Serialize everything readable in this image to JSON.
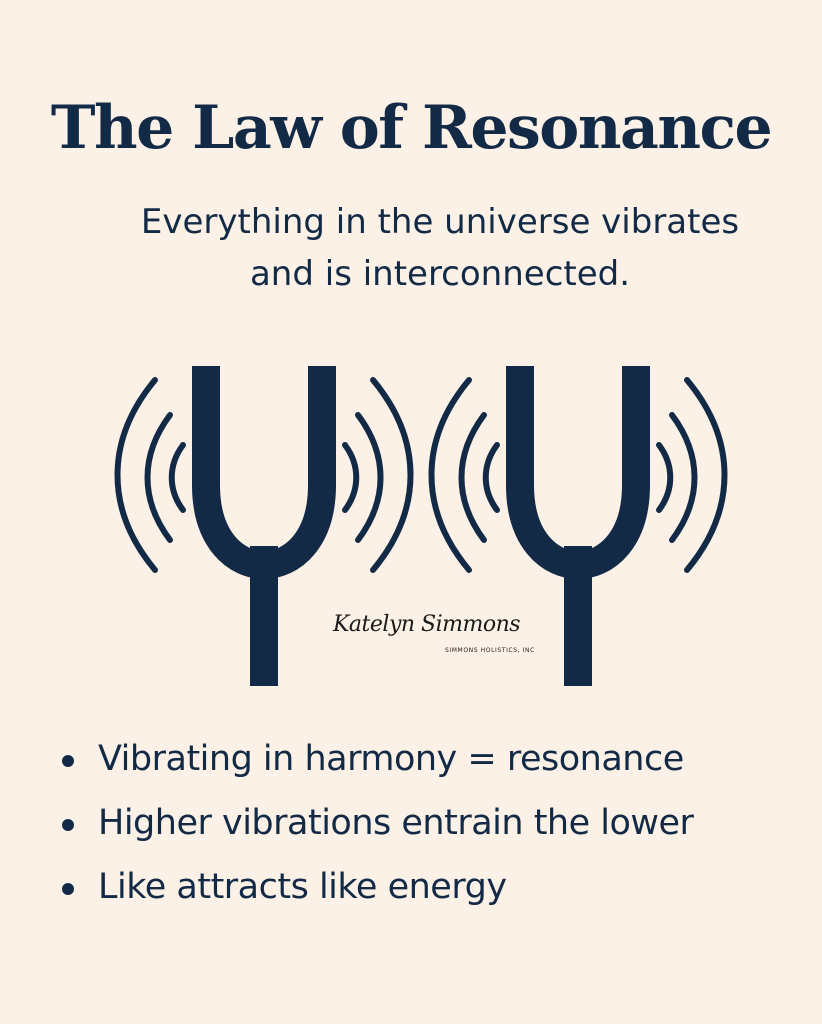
{
  "title": "The Law of Resonance",
  "subtitle": {
    "line1": "Everything in the universe vibrates",
    "line2": "and is interconnected."
  },
  "illustration": {
    "icon": "tuning-fork-icon",
    "count": 2,
    "color": "#132a47"
  },
  "signature": {
    "name": "Katelyn Simmons",
    "company": "SIMMONS HOLISTICS, INC"
  },
  "bullets": [
    "Vibrating in harmony = resonance",
    "Higher vibrations entrain the lower",
    "Like attracts like energy"
  ],
  "colors": {
    "background": "#fbf1e6",
    "text": "#132a47"
  }
}
